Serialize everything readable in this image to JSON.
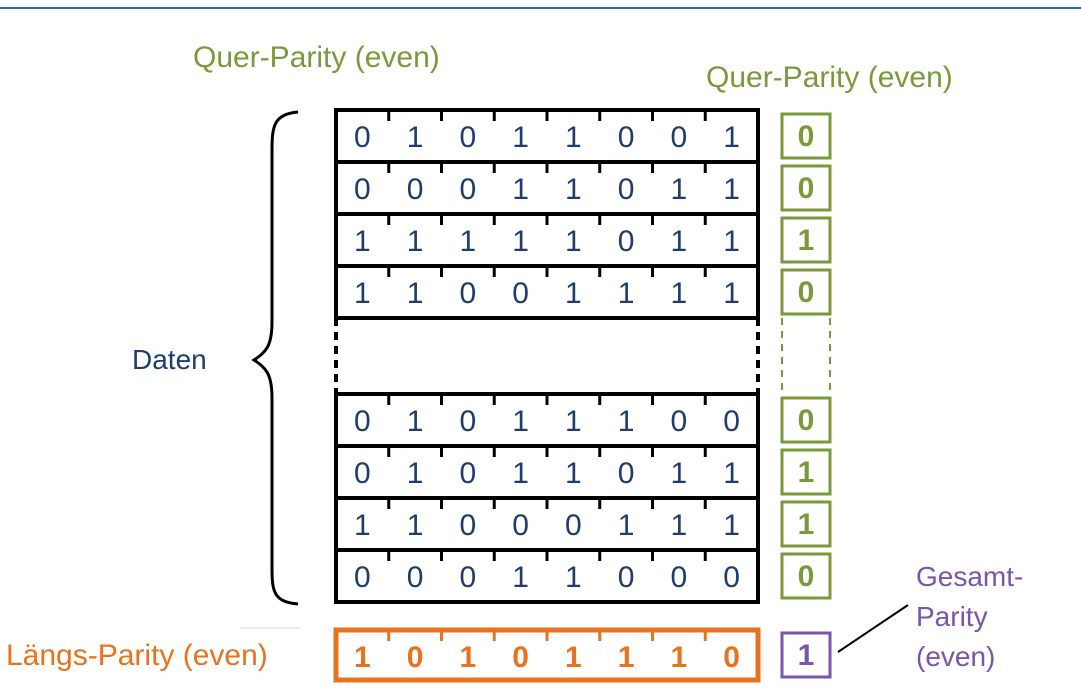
{
  "colors": {
    "top_rule": "#2e6aa8",
    "frame": "#000000",
    "data_bits": "#1f3c6e",
    "row_parity": "#7a9a3a",
    "column_parity": "#e8731e",
    "total_parity": "#7a55a8",
    "leader_line": "#000000"
  },
  "labels": {
    "quer_parity_top": "Quer-Parity (even)",
    "quer_parity_column": "Quer-Parity (even)",
    "daten": "Daten",
    "laengs_parity": "Längs-Parity (even)",
    "gesamt_parity_lines": [
      "Gesamt-",
      "Parity",
      "(even)"
    ]
  },
  "data_rows_top": [
    {
      "bits": [
        "0",
        "1",
        "0",
        "1",
        "1",
        "0",
        "0",
        "1"
      ],
      "parity": "0"
    },
    {
      "bits": [
        "0",
        "0",
        "0",
        "1",
        "1",
        "0",
        "1",
        "1"
      ],
      "parity": "0"
    },
    {
      "bits": [
        "1",
        "1",
        "1",
        "1",
        "1",
        "0",
        "1",
        "1"
      ],
      "parity": "1"
    },
    {
      "bits": [
        "1",
        "1",
        "0",
        "0",
        "1",
        "1",
        "1",
        "1"
      ],
      "parity": "0"
    }
  ],
  "data_rows_bottom": [
    {
      "bits": [
        "0",
        "1",
        "0",
        "1",
        "1",
        "1",
        "0",
        "0"
      ],
      "parity": "0"
    },
    {
      "bits": [
        "0",
        "1",
        "0",
        "1",
        "1",
        "0",
        "1",
        "1"
      ],
      "parity": "1"
    },
    {
      "bits": [
        "1",
        "1",
        "0",
        "0",
        "0",
        "1",
        "1",
        "1"
      ],
      "parity": "1"
    },
    {
      "bits": [
        "0",
        "0",
        "0",
        "1",
        "1",
        "0",
        "0",
        "0"
      ],
      "parity": "0"
    }
  ],
  "laengs_parity_bits": [
    "1",
    "0",
    "1",
    "0",
    "1",
    "1",
    "1",
    "0"
  ],
  "gesamt_parity_bit": "1"
}
